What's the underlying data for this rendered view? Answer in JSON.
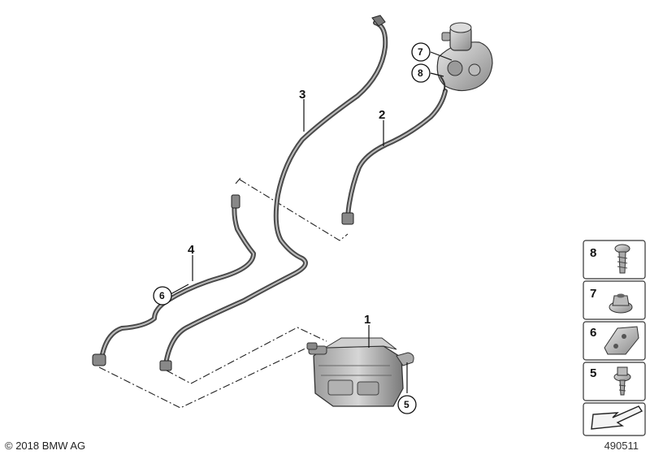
{
  "callouts": {
    "p1": "1",
    "p2": "2",
    "p3": "3",
    "p4": "4",
    "p5": "5",
    "p6": "6",
    "p7": "7",
    "p8": "8"
  },
  "legend": {
    "items": [
      {
        "number": "8",
        "icon": "screw-icon"
      },
      {
        "number": "7",
        "icon": "hex-nut-icon"
      },
      {
        "number": "6",
        "icon": "bracket-clip-icon"
      },
      {
        "number": "5",
        "icon": "collar-screw-icon"
      }
    ],
    "arrow_icon": "direction-arrow-icon"
  },
  "footer": {
    "copyright": "© 2018 BMW AG",
    "image_id": "490511"
  },
  "colors": {
    "hose_dark": "#5a5a5a",
    "hose_light": "#c8c8c8",
    "line": "#222222"
  }
}
